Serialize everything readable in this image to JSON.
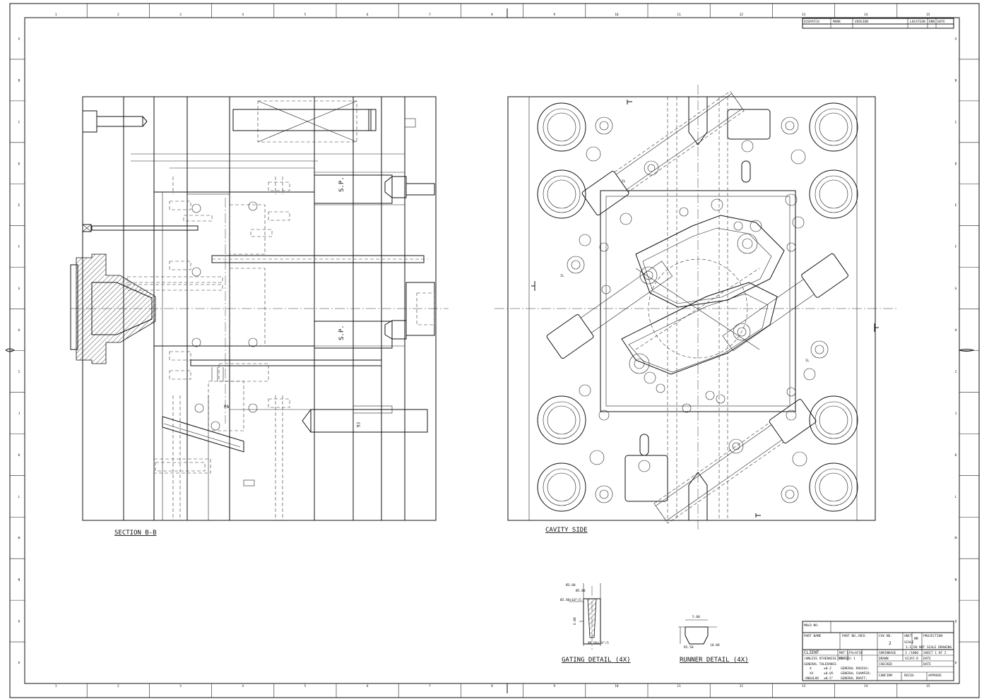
{
  "border": {
    "columns": [
      "1",
      "2",
      "3",
      "4",
      "5",
      "6",
      "7",
      "8",
      "9",
      "10",
      "11",
      "12",
      "13",
      "14",
      "15"
    ],
    "rows": [
      "A",
      "B",
      "C",
      "D",
      "E",
      "F",
      "G",
      "H",
      "I",
      "J",
      "K",
      "L",
      "M",
      "N",
      "O",
      "P"
    ]
  },
  "revision_header": {
    "cells": [
      "DISPATCH",
      "MARK",
      "VERSION",
      "LOCATION",
      "DRN",
      "DATE"
    ]
  },
  "views": {
    "section_label": "SECTION B-B",
    "cavity_label": "CAVITY SIDE",
    "section_marks": {
      "sp1": "S.P.",
      "sp2": "S.P.",
      "cg": "CG",
      "pa": "PA"
    },
    "cavity_marks": {
      "il": "IL",
      "il2": "IL",
      "il3": "IL"
    }
  },
  "details": {
    "gating_title": "GATING DETAIL (4X)",
    "runner_title": "RUNNER DETAIL (4X)",
    "gating_dims": [
      "Ø3.00",
      "Ø5.00",
      "Ø2.00×10°/5",
      "Ø0.80×10°/5",
      "6.00"
    ],
    "runner_dims": [
      "5.00",
      "R2.50",
      "10.00"
    ]
  },
  "title_block": {
    "mold_no": "MOLD NO.",
    "part_name": "PART NAME",
    "part_no_rev": "PART NO./REV.",
    "cav_no": "CAV NO.",
    "cav_value": "2",
    "unit": "UNIT",
    "unit_value": "MM",
    "projection": "PROJECTION",
    "scale": "SCALE",
    "scale_value": "1:1",
    "do_not_scale": "DO NOT SCALE DRAWING",
    "client": "CLIENT",
    "matl": "MAT'L",
    "matl_value": "PS+GF20",
    "shrinkage": "SHRINKAGE",
    "shrinkage_value": "3 /1000",
    "sheet": "SHEET 1 OF 2",
    "unless": "(UNLESS OTHERWISE STATED)",
    "rev": "REV.",
    "rev_value": "1",
    "drawn": "DRAWN",
    "drawn_value": "VIJAY.D",
    "date": "DATE",
    "checked": "CHECKED",
    "date2": "DATE",
    "general_tolerance": "GENERAL TOLERANCE",
    "tol_x": "X",
    "tol_x_val": "±0.2",
    "tol_xx": "XX",
    "tol_xx_val": "±0.05",
    "tol_ang": "ANGULAR",
    "tol_ang_val": "±0.5°",
    "gen_radius": "GENERAL RADIUS:",
    "gen_chamfer": "GENERAL CHAMFER:",
    "gen_draft": "GENERAL DRAFT:",
    "confirm": "CONFIRM",
    "recog": "RECOG",
    "approve": "APPROVE"
  }
}
